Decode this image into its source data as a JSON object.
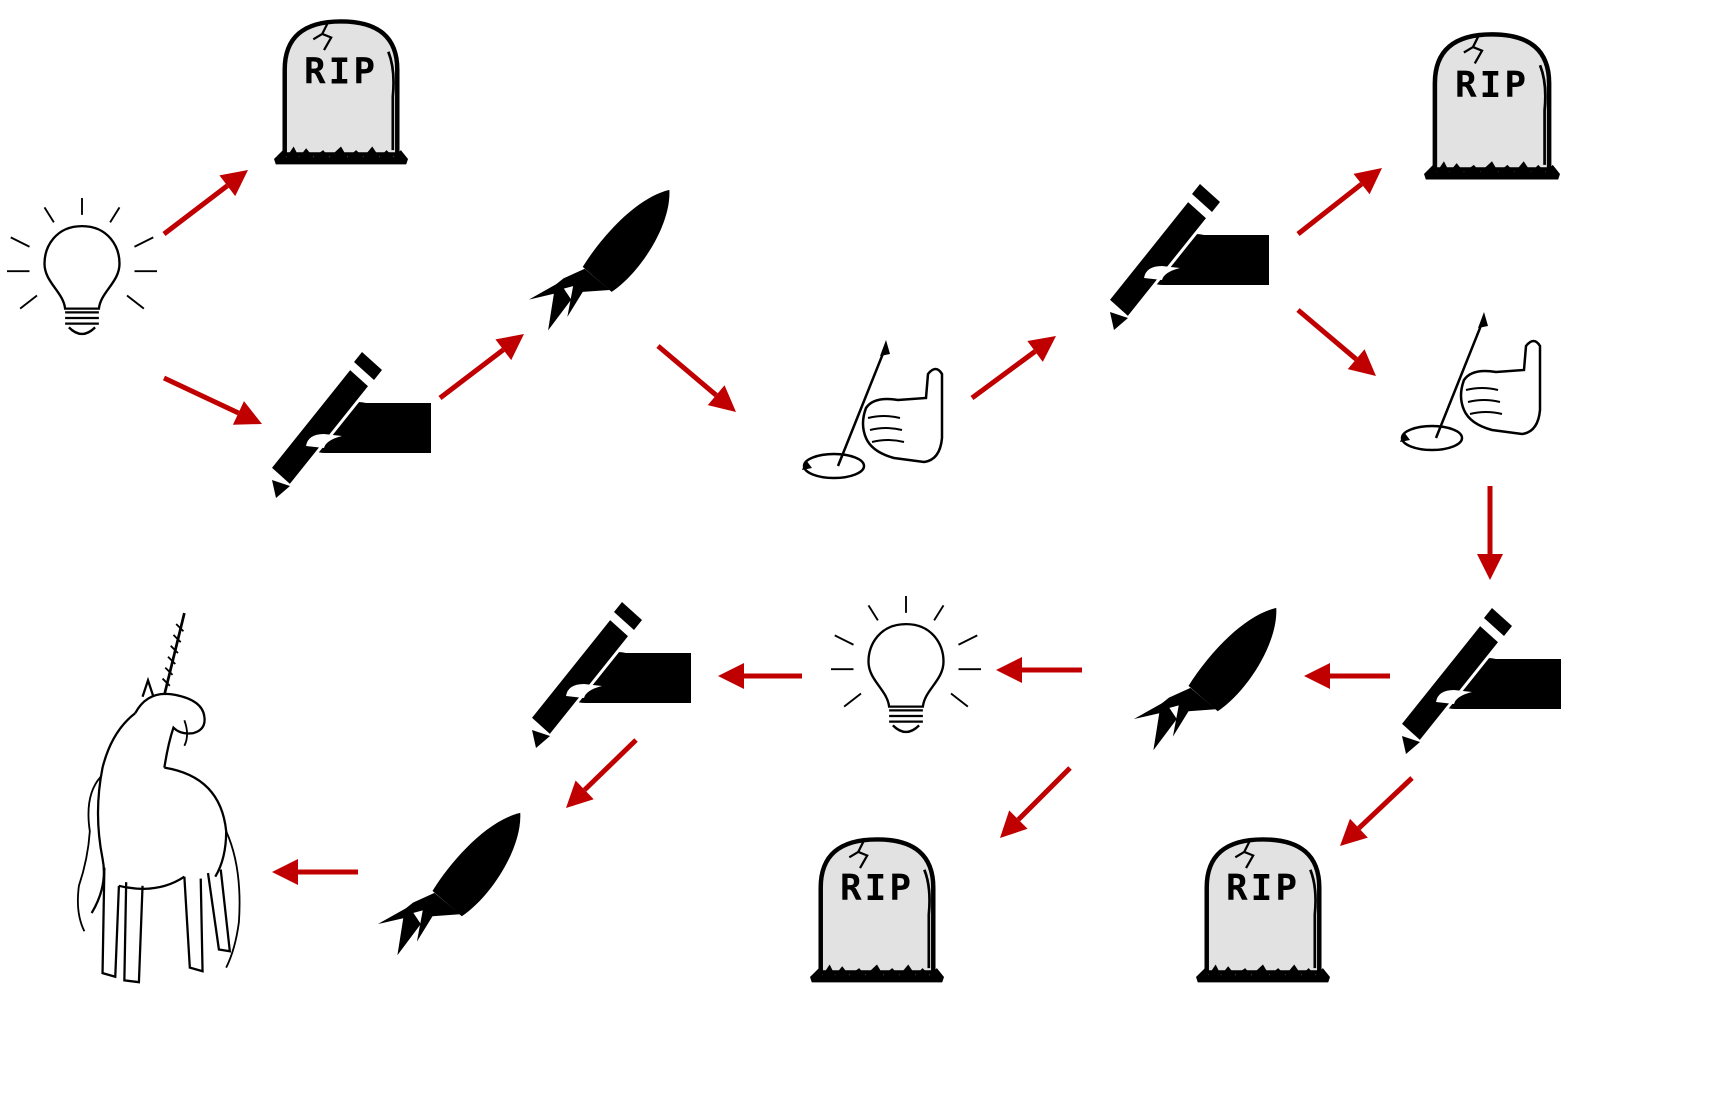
{
  "tombstone_text": "RIP",
  "colors": {
    "arrow": "#c00000",
    "ink": "#000000",
    "stone": "#e2e2e2",
    "background": "#ffffff"
  },
  "nodes": [
    {
      "id": "idea-1",
      "icon": "lightbulb-icon"
    },
    {
      "id": "rip-1",
      "icon": "tombstone-icon"
    },
    {
      "id": "write-1",
      "icon": "writing-hand-icon"
    },
    {
      "id": "rocket-1",
      "icon": "rocket-icon"
    },
    {
      "id": "rule-1",
      "icon": "right-hand-rule-icon"
    },
    {
      "id": "write-2",
      "icon": "writing-hand-icon"
    },
    {
      "id": "rip-2",
      "icon": "tombstone-icon"
    },
    {
      "id": "rule-2",
      "icon": "right-hand-rule-icon"
    },
    {
      "id": "write-3",
      "icon": "writing-hand-icon"
    },
    {
      "id": "rip-3",
      "icon": "tombstone-icon"
    },
    {
      "id": "rocket-2",
      "icon": "rocket-icon"
    },
    {
      "id": "rip-4",
      "icon": "tombstone-icon"
    },
    {
      "id": "idea-2",
      "icon": "lightbulb-icon"
    },
    {
      "id": "write-4",
      "icon": "writing-hand-icon"
    },
    {
      "id": "rocket-3",
      "icon": "rocket-icon"
    },
    {
      "id": "unicorn",
      "icon": "unicorn-icon"
    }
  ],
  "edges": [
    {
      "from": "idea-1",
      "to": "rip-1"
    },
    {
      "from": "idea-1",
      "to": "write-1"
    },
    {
      "from": "write-1",
      "to": "rocket-1"
    },
    {
      "from": "rocket-1",
      "to": "rule-1"
    },
    {
      "from": "rule-1",
      "to": "write-2"
    },
    {
      "from": "write-2",
      "to": "rip-2"
    },
    {
      "from": "write-2",
      "to": "rule-2"
    },
    {
      "from": "rule-2",
      "to": "write-3"
    },
    {
      "from": "write-3",
      "to": "rip-3"
    },
    {
      "from": "write-3",
      "to": "rocket-2"
    },
    {
      "from": "rocket-2",
      "to": "rip-4"
    },
    {
      "from": "rocket-2",
      "to": "idea-2"
    },
    {
      "from": "idea-2",
      "to": "write-4"
    },
    {
      "from": "write-4",
      "to": "rocket-3"
    },
    {
      "from": "rocket-3",
      "to": "unicorn"
    }
  ]
}
